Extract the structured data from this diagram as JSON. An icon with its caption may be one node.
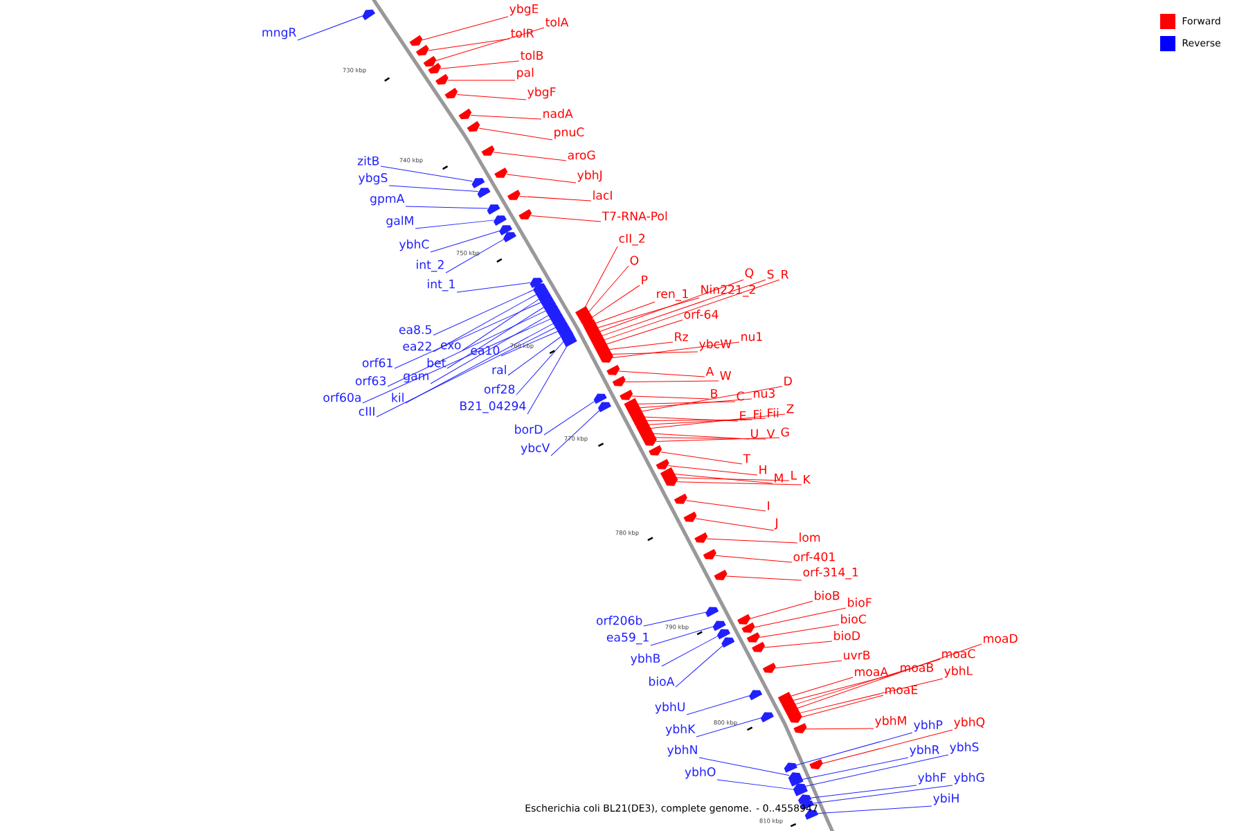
{
  "diagram": {
    "caption": "Escherichia coli BL21(DE3), complete genome. - 0..4558947",
    "nodes": [
      {
        "text": [
          "ybgE"
        ]
      },
      {
        "text": [
          "tolR"
        ]
      },
      {
        "text": [
          "tolA"
        ]
      },
      {
        "text": [
          "tolB"
        ]
      },
      {
        "text": [
          "pal"
        ]
      },
      {
        "text": [
          "ybgF"
        ]
      },
      {
        "text": [
          "nadA"
        ]
      },
      {
        "text": [
          "pnuC"
        ]
      },
      {
        "text": [
          "aroG"
        ]
      },
      {
        "text": [
          "ybhJ"
        ]
      },
      {
        "text": [
          "lacI"
        ]
      },
      {
        "text": [
          "T7-RNA-Pol"
        ]
      },
      {
        "text": [
          "cII_2"
        ]
      },
      {
        "text": [
          "O"
        ]
      },
      {
        "text": [
          "P"
        ]
      },
      {
        "text": [
          "ren_1"
        ]
      },
      {
        "text": [
          "Nin221_2"
        ]
      },
      {
        "text": [
          "Q"
        ]
      },
      {
        "text": [
          "S"
        ]
      },
      {
        "text": [
          "R"
        ]
      },
      {
        "text": [
          "orf-64"
        ]
      },
      {
        "text": [
          "Rz"
        ]
      },
      {
        "text": [
          "ybcW"
        ]
      },
      {
        "text": [
          "nu1"
        ]
      },
      {
        "text": [
          "A"
        ]
      },
      {
        "text": [
          "W"
        ]
      },
      {
        "text": [
          "B"
        ]
      },
      {
        "text": [
          "C"
        ]
      },
      {
        "text": [
          "nu3"
        ]
      },
      {
        "text": [
          "D"
        ]
      },
      {
        "text": [
          "E"
        ]
      },
      {
        "text": [
          "Fi"
        ]
      },
      {
        "text": [
          "Fii"
        ]
      },
      {
        "text": [
          "Z"
        ]
      },
      {
        "text": [
          "U"
        ]
      },
      {
        "text": [
          "V"
        ]
      },
      {
        "text": [
          "G"
        ]
      },
      {
        "text": [
          "T"
        ]
      },
      {
        "text": [
          "H"
        ]
      },
      {
        "text": [
          "M"
        ]
      },
      {
        "text": [
          "L"
        ]
      },
      {
        "text": [
          "K"
        ]
      },
      {
        "text": [
          "I"
        ]
      },
      {
        "text": [
          "J"
        ]
      },
      {
        "text": [
          "lom"
        ]
      },
      {
        "text": [
          "orf-401"
        ]
      },
      {
        "text": [
          "orf-314_1"
        ]
      },
      {
        "text": [
          "bioB"
        ]
      },
      {
        "text": [
          "bioF"
        ]
      },
      {
        "text": [
          "bioC"
        ]
      },
      {
        "text": [
          "bioD"
        ]
      },
      {
        "text": [
          "uvrB"
        ]
      },
      {
        "text": [
          "moaA"
        ]
      },
      {
        "text": [
          "moaB"
        ]
      },
      {
        "text": [
          "moaC"
        ]
      },
      {
        "text": [
          "moaD"
        ]
      },
      {
        "text": [
          "ybhL"
        ]
      },
      {
        "text": [
          "moaE"
        ]
      },
      {
        "text": [
          "ybhM"
        ]
      },
      {
        "text": [
          "ybhQ"
        ]
      },
      {
        "text": [
          "ybhP"
        ]
      },
      {
        "text": [
          "ybhR"
        ]
      },
      {
        "text": [
          "ybhS"
        ]
      },
      {
        "text": [
          "ybhF"
        ]
      },
      {
        "text": [
          "ybhG"
        ]
      },
      {
        "text": [
          "ybiH"
        ]
      },
      {
        "text": [
          "mngR"
        ]
      },
      {
        "text": [
          "zitB"
        ]
      },
      {
        "text": [
          "ybgS"
        ]
      },
      {
        "text": [
          "gpmA"
        ]
      },
      {
        "text": [
          "galM"
        ]
      },
      {
        "text": [
          "ybhC"
        ]
      },
      {
        "text": [
          "int_2"
        ]
      },
      {
        "text": [
          "int_1"
        ]
      },
      {
        "text": [
          "ea8.5"
        ]
      },
      {
        "text": [
          "ea22"
        ]
      },
      {
        "text": [
          "exo"
        ]
      },
      {
        "text": [
          "orf61"
        ]
      },
      {
        "text": [
          "bet"
        ]
      },
      {
        "text": [
          "orf63"
        ]
      },
      {
        "text": [
          "gam"
        ]
      },
      {
        "text": [
          "orf60a"
        ]
      },
      {
        "text": [
          "kil"
        ]
      },
      {
        "text": [
          "cIII"
        ]
      },
      {
        "text": [
          "ea10"
        ]
      },
      {
        "text": [
          "ral"
        ]
      },
      {
        "text": [
          "orf28"
        ]
      },
      {
        "text": [
          "B21_04294"
        ]
      },
      {
        "text": [
          "borD"
        ]
      },
      {
        "text": [
          "ybcV"
        ]
      },
      {
        "text": [
          "orf206b"
        ]
      },
      {
        "text": [
          "ea59_1"
        ]
      },
      {
        "text": [
          "ybhB"
        ]
      },
      {
        "text": [
          "bioA"
        ]
      },
      {
        "text": [
          "ybhU"
        ]
      },
      {
        "text": [
          "ybhK"
        ]
      },
      {
        "text": [
          "ybhN"
        ]
      },
      {
        "text": [
          "ybhO"
        ]
      },
      {
        "text": [],
        "shape": "bar"
      },
      {
        "text": [],
        "shape": "bar"
      },
      {
        "text": [],
        "shape": "bar"
      },
      {
        "text": [],
        "shape": "bar"
      },
      {
        "text": [],
        "shape": "bar"
      },
      {
        "text": [],
        "shape": "bar"
      },
      {
        "text": [],
        "shape": "bar"
      },
      {
        "text": [],
        "shape": "bar"
      },
      {
        "text": [],
        "shape": "bar"
      },
      {
        "text": [],
        "shape": "bar"
      },
      {
        "text": [],
        "shape": "bar"
      },
      {
        "text": [],
        "shape": "bar"
      },
      {
        "text": [],
        "shape": "bar"
      },
      {
        "text": [],
        "shape": "bar"
      },
      {
        "text": [],
        "shape": "bar"
      },
      {
        "text": [],
        "shape": "bar"
      },
      {
        "text": [],
        "shape": "bar"
      },
      {
        "text": [],
        "shape": "bar"
      },
      {
        "text": [],
        "shape": "bar"
      },
      {
        "text": [],
        "shape": "bar"
      },
      {
        "text": [],
        "shape": "bar"
      },
      {
        "text": [],
        "shape": "bar"
      },
      {
        "text": [],
        "shape": "bar"
      },
      {
        "text": [],
        "shape": "bar"
      },
      {
        "text": [],
        "shape": "bar"
      },
      {
        "text": [],
        "shape": "bar"
      },
      {
        "text": [],
        "shape": "bar"
      },
      {
        "text": [],
        "shape": "bar"
      },
      {
        "text": [],
        "shape": "bar"
      },
      {
        "text": [],
        "shape": "bar"
      },
      {
        "text": [],
        "shape": "bar"
      },
      {
        "text": [],
        "shape": "bar"
      },
      {
        "text": [],
        "shape": "bar"
      },
      {
        "text": [],
        "shape": "bar"
      },
      {
        "text": [],
        "shape": "bar"
      },
      {
        "text": [],
        "shape": "bar"
      },
      {
        "text": [],
        "shape": "bar"
      },
      {
        "text": [],
        "shape": "bar"
      },
      {
        "text": [],
        "shape": "bar"
      },
      {
        "text": [],
        "shape": "bar"
      },
      {
        "text": [],
        "shape": "bar"
      },
      {
        "text": [],
        "shape": "bar"
      },
      {
        "text": [],
        "shape": "bar"
      },
      {
        "text": [],
        "shape": "bar"
      },
      {
        "text": [],
        "shape": "bar"
      },
      {
        "text": [],
        "shape": "bar"
      },
      {
        "text": [],
        "shape": "bar"
      },
      {
        "text": [],
        "shape": "bar"
      },
      {
        "text": [],
        "shape": "bar"
      },
      {
        "text": [],
        "shape": "bar"
      },
      {
        "text": [],
        "shape": "bar"
      },
      {
        "text": [],
        "shape": "bar"
      },
      {
        "text": [],
        "shape": "bar"
      },
      {
        "text": [],
        "shape": "bar"
      },
      {
        "text": [],
        "shape": "bar"
      },
      {
        "text": [],
        "shape": "bar"
      },
      {
        "text": [],
        "shape": "bar"
      },
      {
        "text": [],
        "shape": "bar"
      },
      {
        "text": [],
        "shape": "bar"
      },
      {
        "text": [],
        "shape": "bar"
      },
      {
        "text": [],
        "shape": "bar"
      },
      {
        "text": [],
        "shape": "bar"
      },
      {
        "text": [],
        "shape": "bar"
      },
      {
        "text": [],
        "shape": "bar"
      },
      {
        "text": [],
        "shape": "bar"
      },
      {
        "text": [],
        "shape": "bar"
      },
      {
        "text": [],
        "shape": "bar"
      },
      {
        "text": [],
        "shape": "bar"
      },
      {
        "text": [],
        "shape": "bar"
      },
      {
        "text": [],
        "shape": "bar"
      },
      {
        "text": [],
        "shape": "bar"
      },
      {
        "text": [],
        "shape": "bar"
      },
      {
        "text": [],
        "shape": "bar"
      },
      {
        "text": [],
        "shape": "bar"
      },
      {
        "text": [],
        "shape": "bar"
      },
      {
        "text": [],
        "shape": "bar"
      },
      {
        "text": [],
        "shape": "bar"
      },
      {
        "text": [],
        "shape": "bar"
      },
      {
        "text": [],
        "shape": "bar"
      },
      {
        "text": [],
        "shape": "bar"
      },
      {
        "text": [],
        "shape": "bar"
      },
      {
        "text": [],
        "shape": "bar"
      },
      {
        "text": [],
        "shape": "bar"
      },
      {
        "text": [],
        "shape": "bar"
      },
      {
        "text": [],
        "shape": "bar"
      },
      {
        "text": [],
        "shape": "bar"
      },
      {
        "text": [],
        "shape": "bar"
      },
      {
        "text": [],
        "shape": "bar"
      },
      {
        "text": [],
        "shape": "bar"
      },
      {
        "text": [],
        "shape": "bar"
      },
      {
        "text": [],
        "shape": "bar"
      },
      {
        "text": [],
        "shape": "bar"
      },
      {
        "text": [],
        "shape": "bar"
      },
      {
        "text": [],
        "shape": "bar"
      },
      {
        "text": [],
        "shape": "bar"
      },
      {
        "text": [],
        "shape": "bar"
      },
      {
        "text": [],
        "shape": "bar"
      },
      {
        "text": [],
        "shape": "bar"
      }
    ],
    "edges": [
      {
        "from": 0,
        "to": 98,
        "arrow": "none"
      },
      {
        "from": 1,
        "to": 99,
        "arrow": "none"
      },
      {
        "from": 2,
        "to": 100,
        "arrow": "none"
      },
      {
        "from": 3,
        "to": 101,
        "arrow": "none"
      },
      {
        "from": 4,
        "to": 102,
        "arrow": "none"
      },
      {
        "from": 5,
        "to": 103,
        "arrow": "none"
      },
      {
        "from": 6,
        "to": 104,
        "arrow": "none"
      },
      {
        "from": 7,
        "to": 105,
        "arrow": "none"
      },
      {
        "from": 8,
        "to": 106,
        "arrow": "none"
      },
      {
        "from": 9,
        "to": 107,
        "arrow": "none"
      },
      {
        "from": 10,
        "to": 108,
        "arrow": "none"
      },
      {
        "from": 11,
        "to": 109,
        "arrow": "none"
      },
      {
        "from": 12,
        "to": 110,
        "arrow": "none"
      },
      {
        "from": 13,
        "to": 111,
        "arrow": "none"
      },
      {
        "from": 14,
        "to": 112,
        "arrow": "none"
      },
      {
        "from": 15,
        "to": 113,
        "arrow": "none"
      },
      {
        "from": 16,
        "to": 114,
        "arrow": "none"
      },
      {
        "from": 17,
        "to": 115,
        "arrow": "none"
      },
      {
        "from": 18,
        "to": 116,
        "arrow": "none"
      },
      {
        "from": 19,
        "to": 117,
        "arrow": "none"
      },
      {
        "from": 20,
        "to": 118,
        "arrow": "none"
      },
      {
        "from": 21,
        "to": 119,
        "arrow": "none"
      },
      {
        "from": 22,
        "to": 120,
        "arrow": "none"
      },
      {
        "from": 23,
        "to": 121,
        "arrow": "none"
      },
      {
        "from": 24,
        "to": 122,
        "arrow": "none"
      },
      {
        "from": 25,
        "to": 123,
        "arrow": "none"
      },
      {
        "from": 26,
        "to": 124,
        "arrow": "none"
      },
      {
        "from": 27,
        "to": 125,
        "arrow": "none"
      },
      {
        "from": 28,
        "to": 126,
        "arrow": "none"
      },
      {
        "from": 29,
        "to": 127,
        "arrow": "none"
      },
      {
        "from": 30,
        "to": 128,
        "arrow": "none"
      },
      {
        "from": 31,
        "to": 129,
        "arrow": "none"
      },
      {
        "from": 32,
        "to": 130,
        "arrow": "none"
      },
      {
        "from": 33,
        "to": 131,
        "arrow": "none"
      },
      {
        "from": 34,
        "to": 132,
        "arrow": "none"
      },
      {
        "from": 35,
        "to": 133,
        "arrow": "none"
      },
      {
        "from": 36,
        "to": 134,
        "arrow": "none"
      },
      {
        "from": 37,
        "to": 135,
        "arrow": "none"
      },
      {
        "from": 38,
        "to": 136,
        "arrow": "none"
      },
      {
        "from": 39,
        "to": 137,
        "arrow": "none"
      },
      {
        "from": 40,
        "to": 138,
        "arrow": "none"
      },
      {
        "from": 41,
        "to": 139,
        "arrow": "none"
      },
      {
        "from": 42,
        "to": 140,
        "arrow": "none"
      },
      {
        "from": 43,
        "to": 141,
        "arrow": "none"
      },
      {
        "from": 44,
        "to": 142,
        "arrow": "none"
      },
      {
        "from": 45,
        "to": 143,
        "arrow": "none"
      },
      {
        "from": 46,
        "to": 144,
        "arrow": "none"
      },
      {
        "from": 47,
        "to": 145,
        "arrow": "none"
      },
      {
        "from": 48,
        "to": 146,
        "arrow": "none"
      },
      {
        "from": 49,
        "to": 147,
        "arrow": "none"
      },
      {
        "from": 50,
        "to": 148,
        "arrow": "none"
      },
      {
        "from": 51,
        "to": 149,
        "arrow": "none"
      },
      {
        "from": 52,
        "to": 150,
        "arrow": "none"
      },
      {
        "from": 53,
        "to": 151,
        "arrow": "none"
      },
      {
        "from": 54,
        "to": 152,
        "arrow": "none"
      },
      {
        "from": 55,
        "to": 153,
        "arrow": "none"
      },
      {
        "from": 56,
        "to": 154,
        "arrow": "none"
      },
      {
        "from": 57,
        "to": 155,
        "arrow": "none"
      },
      {
        "from": 58,
        "to": 156,
        "arrow": "none"
      },
      {
        "from": 59,
        "to": 157,
        "arrow": "none"
      },
      {
        "from": 60,
        "to": 158,
        "arrow": "none",
        "color": "#2020ff"
      },
      {
        "from": 61,
        "to": 159,
        "arrow": "none",
        "color": "#2020ff"
      },
      {
        "from": 62,
        "to": 160,
        "arrow": "none",
        "color": "#2020ff"
      },
      {
        "from": 63,
        "to": 161,
        "arrow": "none",
        "color": "#2020ff"
      },
      {
        "from": 64,
        "to": 162,
        "arrow": "none",
        "color": "#2020ff"
      },
      {
        "from": 65,
        "to": 163,
        "arrow": "none",
        "color": "#2020ff"
      },
      {
        "from": 66,
        "to": 164,
        "arrow": "none",
        "color": "#2020ff"
      },
      {
        "from": 67,
        "to": 165,
        "arrow": "none",
        "color": "#2020ff"
      },
      {
        "from": 68,
        "to": 166,
        "arrow": "none",
        "color": "#2020ff"
      },
      {
        "from": 69,
        "to": 167,
        "arrow": "none",
        "color": "#2020ff"
      },
      {
        "from": 70,
        "to": 168,
        "arrow": "none",
        "color": "#2020ff"
      },
      {
        "from": 71,
        "to": 169,
        "arrow": "none",
        "color": "#2020ff"
      },
      {
        "from": 72,
        "to": 170,
        "arrow": "none",
        "color": "#2020ff"
      },
      {
        "from": 73,
        "to": 171,
        "arrow": "none",
        "color": "#2020ff"
      },
      {
        "from": 74,
        "to": 172,
        "arrow": "none",
        "color": "#2020ff"
      },
      {
        "from": 75,
        "to": 173,
        "arrow": "none",
        "color": "#2020ff"
      },
      {
        "from": 76,
        "to": 174,
        "arrow": "none",
        "color": "#2020ff"
      },
      {
        "from": 77,
        "to": 175,
        "arrow": "none",
        "color": "#2020ff"
      },
      {
        "from": 78,
        "to": 176,
        "arrow": "none",
        "color": "#2020ff"
      },
      {
        "from": 79,
        "to": 177,
        "arrow": "none",
        "color": "#2020ff"
      },
      {
        "from": 80,
        "to": 178,
        "arrow": "none",
        "color": "#2020ff"
      },
      {
        "from": 81,
        "to": 179,
        "arrow": "none",
        "color": "#2020ff"
      },
      {
        "from": 82,
        "to": 180,
        "arrow": "none",
        "color": "#2020ff"
      },
      {
        "from": 83,
        "to": 181,
        "arrow": "none",
        "color": "#2020ff"
      },
      {
        "from": 84,
        "to": 182,
        "arrow": "none",
        "color": "#2020ff"
      },
      {
        "from": 85,
        "to": 183,
        "arrow": "none",
        "color": "#2020ff"
      },
      {
        "from": 86,
        "to": 184,
        "arrow": "none",
        "color": "#2020ff"
      },
      {
        "from": 87,
        "to": 185,
        "arrow": "none",
        "color": "#2020ff"
      },
      {
        "from": 88,
        "to": 186,
        "arrow": "none",
        "color": "#2020ff"
      },
      {
        "from": 89,
        "to": 187,
        "arrow": "none",
        "color": "#2020ff"
      },
      {
        "from": 90,
        "to": 188,
        "arrow": "none",
        "color": "#2020ff"
      },
      {
        "from": 91,
        "to": 189,
        "arrow": "none",
        "color": "#2020ff"
      },
      {
        "from": 92,
        "to": 190,
        "arrow": "none",
        "color": "#2020ff"
      },
      {
        "from": 93,
        "to": 191,
        "arrow": "none",
        "color": "#2020ff"
      },
      {
        "from": 94,
        "to": 192,
        "arrow": "none",
        "color": "#2020ff"
      },
      {
        "from": 95,
        "to": 193,
        "arrow": "none",
        "color": "#2020ff"
      },
      {
        "from": 96,
        "to": 194,
        "arrow": "none",
        "color": "#2020ff"
      },
      {
        "from": 97,
        "to": 195,
        "arrow": "none",
        "color": "#2020ff"
      }
    ],
    "labels": [
      "730 kbp",
      "740 kbp",
      "750 kbp",
      "760 kbp",
      "770 kbp",
      "780 kbp",
      "790 kbp",
      "800 kbp",
      "810 kbp"
    ],
    "legend": [
      {
        "text": "Forward",
        "color": "#ff0000"
      },
      {
        "text": "Reverse",
        "color": "#0000ff"
      }
    ]
  }
}
